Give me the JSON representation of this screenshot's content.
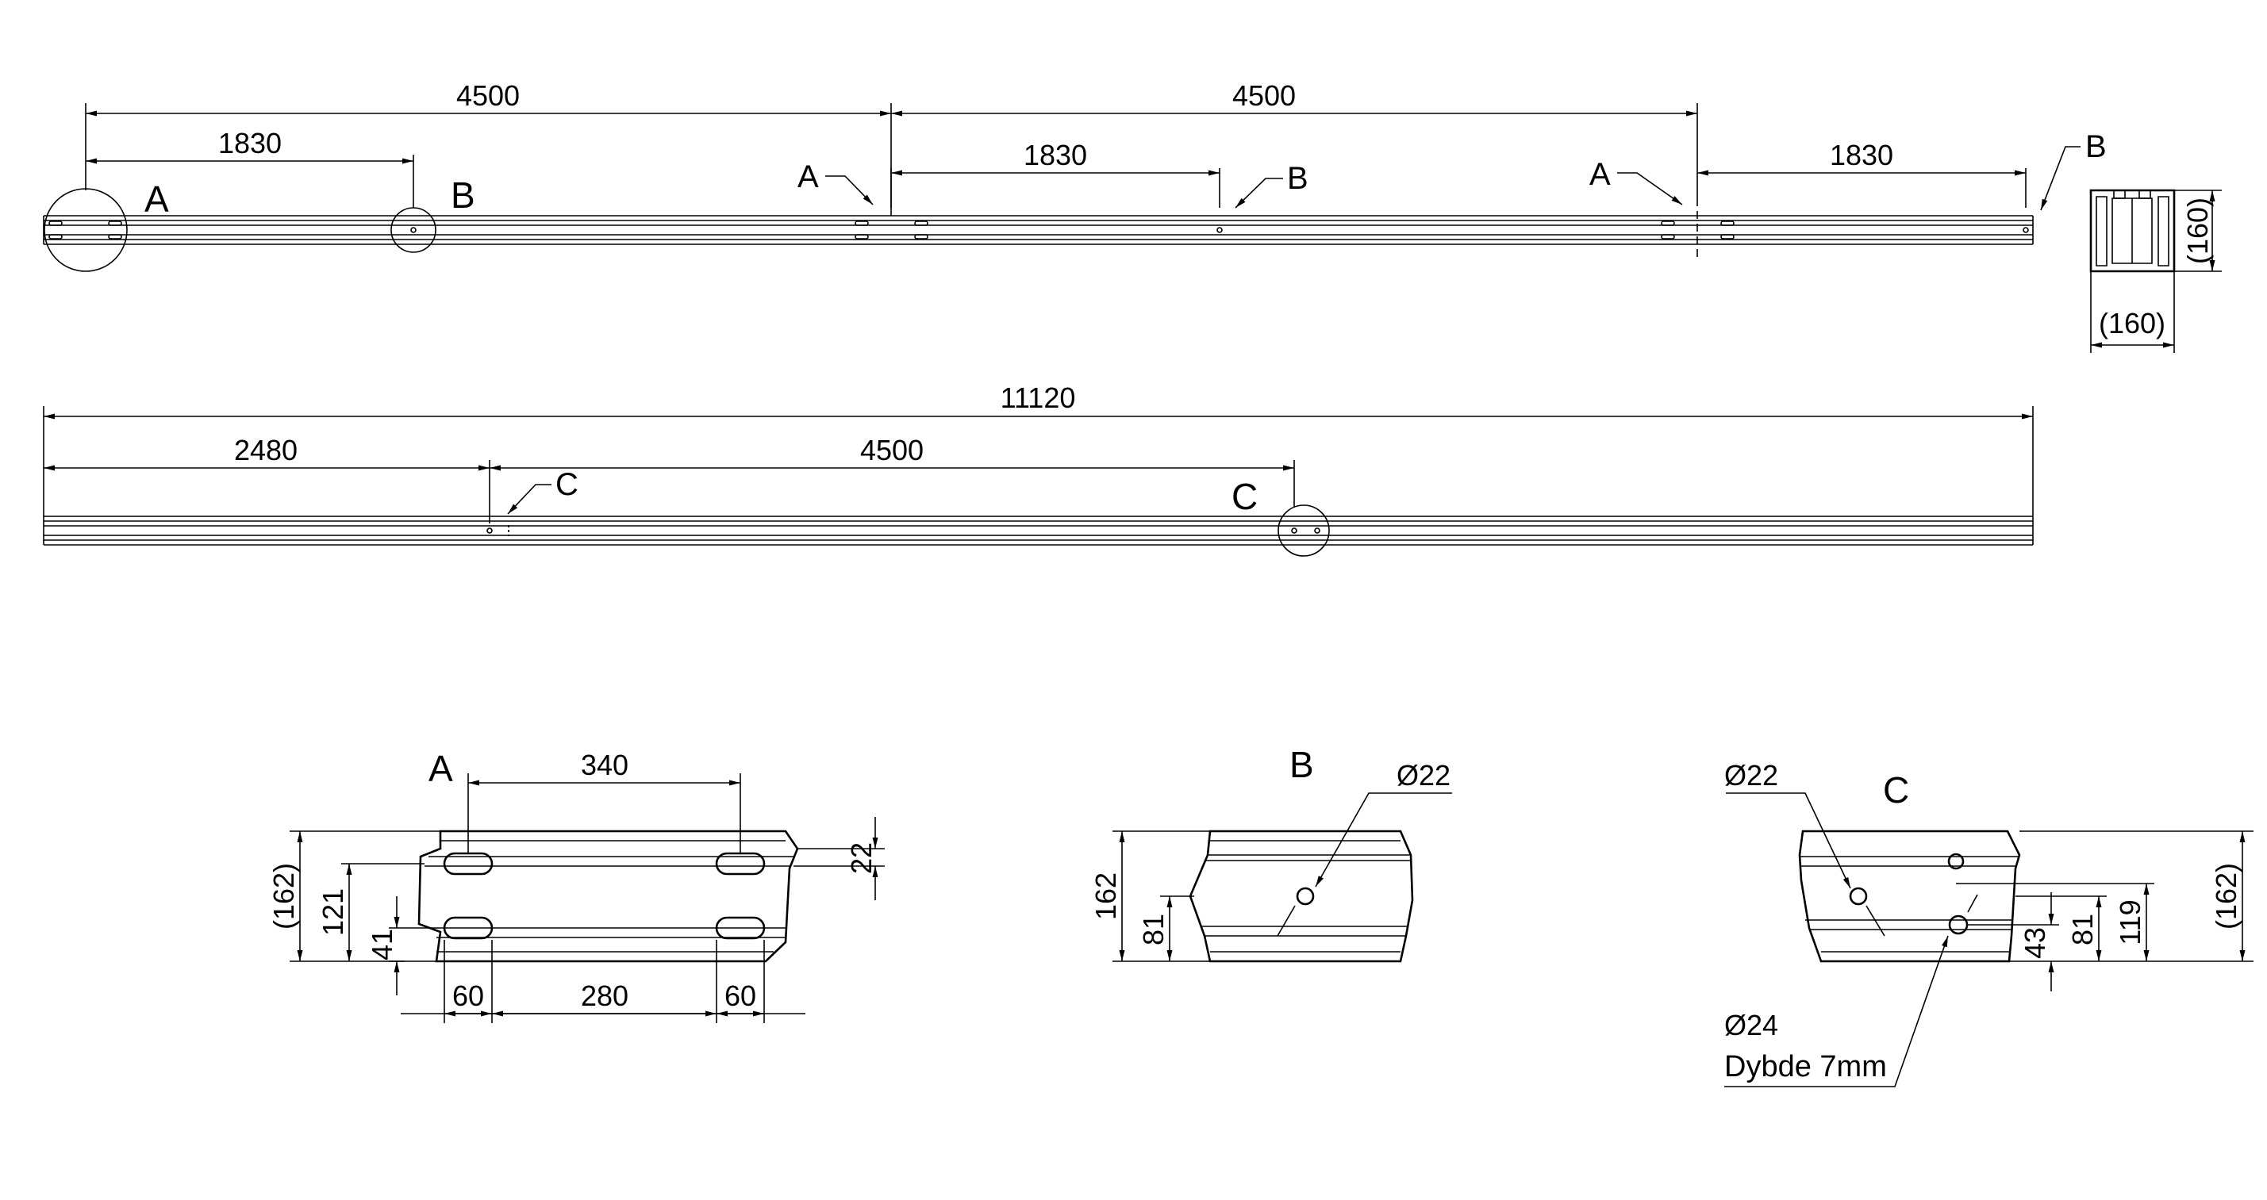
{
  "top_view": {
    "dims": [
      "4500",
      "1830",
      "4500",
      "1830",
      "1830"
    ],
    "callouts": {
      "a_left": "A",
      "b_left": "B",
      "a_mid": "A",
      "b_mid": "B",
      "a_right": "A",
      "b_right": "B"
    }
  },
  "section": {
    "height": "(160)",
    "width": "(160)"
  },
  "bottom_view": {
    "dims": [
      "11120",
      "2480",
      "4500"
    ],
    "callouts": {
      "c_small": "C",
      "c_big": "C"
    }
  },
  "detail_a": {
    "label": "A",
    "dims": {
      "top": "340",
      "right": "22",
      "h_total": "(162)",
      "h_mid": "121",
      "h_low": "41",
      "b1": "60",
      "b2": "280",
      "b3": "60"
    }
  },
  "detail_b": {
    "label": "B",
    "dims": {
      "diameter": "Ø22",
      "h_total": "162",
      "h_half": "81"
    }
  },
  "detail_c": {
    "label": "C",
    "dims": {
      "diameter_top": "Ø22",
      "diameter_bottom": "Ø24",
      "depth_note": "Dybde 7mm",
      "d43": "43",
      "d81": "81",
      "d119": "119",
      "d162": "(162)"
    }
  }
}
